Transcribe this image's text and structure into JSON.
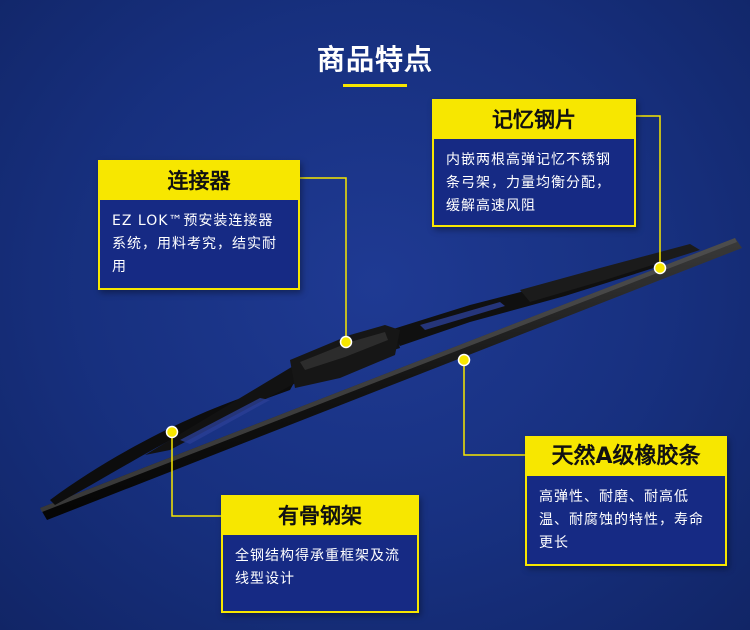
{
  "page": {
    "title": "商品特点",
    "accent_color": "#f7e700",
    "background_color": "#1a3388"
  },
  "features": {
    "connector": {
      "title": "连接器",
      "desc": "EZ LOK™预安装连接器系统，用料考究，结实耐用"
    },
    "memory": {
      "title": "记忆钢片",
      "desc": "内嵌两根高弹记忆不锈钢条弓架，力量均衡分配，缓解高速风阻"
    },
    "rubber": {
      "title": "天然A级橡胶条",
      "desc": "高弹性、耐磨、耐高低温、耐腐蚀的特性，寿命更长"
    },
    "skeleton": {
      "title": "有骨钢架",
      "desc": "全钢结构得承重框架及流线型设计"
    }
  },
  "product_image": "wiper-blade-illustration"
}
